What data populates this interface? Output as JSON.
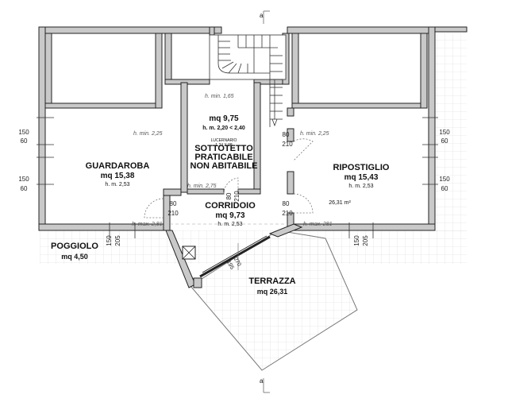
{
  "rooms": {
    "guardaroba": {
      "name": "GUARDAROBA",
      "area": "mq 15,38",
      "height": "h. m. 2,53"
    },
    "ripostiglio": {
      "name": "RIPOSTIGLIO",
      "area": "mq 15,43",
      "height": "h. m. 2,53"
    },
    "sottotetto": {
      "area": "mq  9,75",
      "height": "h. m. 2,20 < 2,40",
      "line1": "SOTTOTETTO",
      "line2": "PRATICABILE",
      "line3": "NON ABITABILE",
      "skylight_1": "LUCERNARIO",
      "skylight_2": "1,24 X 98"
    },
    "corridoio": {
      "name": "CORRIDOIO",
      "area": "mq 9,73",
      "height": "h. m. 2,53"
    },
    "poggiolo": {
      "name": "POGGIOLO",
      "area": "mq 4,50"
    },
    "terrazza": {
      "name": "TERRAZZA",
      "area": "mq 26,31"
    }
  },
  "heights": {
    "hmin_165": "h. min. 1,65",
    "hmin_225_left": "h. min. 2,25",
    "hmin_225_right": "h. min. 2,25",
    "hmin_275": "h. min. 2,75",
    "hmax_281_left": "h. max. 2,81",
    "hmax_281_right": "h. max. 281"
  },
  "terrace_area_note": "26,31 m²",
  "dims": {
    "win_left_top_a": "150",
    "win_left_top_b": "60",
    "win_left_bot_a": "150",
    "win_left_bot_b": "60",
    "win_right_top_a": "150",
    "win_right_top_b": "60",
    "win_right_bot_a": "150",
    "win_right_bot_b": "60",
    "door_corr_left_a": "80",
    "door_corr_left_b": "210",
    "door_rip_top_a": "80",
    "door_rip_top_b": "210",
    "door_rip_bot_a": "80",
    "door_rip_bot_b": "210",
    "door_sott_a": "80",
    "door_sott_b": "210",
    "bal_left_a": "150",
    "bal_left_b": "205",
    "bal_right_a": "150",
    "bal_right_b": "205",
    "slide_a": "270",
    "slide_b": "195"
  },
  "section_marks": {
    "top": "a",
    "bottom": "a"
  }
}
